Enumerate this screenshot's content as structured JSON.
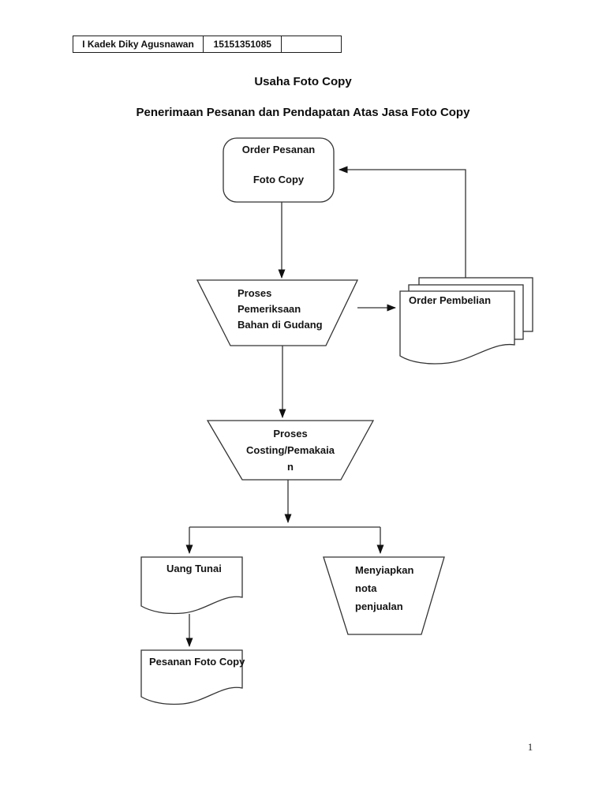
{
  "document": {
    "title": "Usaha Foto Copy",
    "subtitle": "Penerimaan Pesanan dan Pendapatan Atas Jasa Foto Copy",
    "page_number": "1",
    "header_table": {
      "name": "I Kadek Diky Agusnawan",
      "student_id": "15151351085",
      "empty": ""
    }
  },
  "flowchart": {
    "colors": {
      "stroke": "#333333",
      "arrow_fill": "#111111",
      "shape_fill": "#ffffff",
      "text": "#141414"
    },
    "nodes": {
      "order_pesanan": {
        "type": "terminator-rounded-rect",
        "lines": [
          "Order Pesanan",
          "Foto Copy"
        ]
      },
      "proses_pemeriksaan": {
        "type": "manual-operation-trapezoid",
        "lines": [
          "Proses",
          "Pemeriksaan",
          "Bahan di Gudang"
        ]
      },
      "order_pembelian": {
        "type": "multi-document",
        "lines": [
          "Order Pembelian"
        ]
      },
      "proses_costing": {
        "type": "manual-operation-trapezoid",
        "lines": [
          "Proses",
          "Costing/Pemakaia",
          "n"
        ]
      },
      "uang_tunai": {
        "type": "document",
        "lines": [
          "Uang Tunai"
        ]
      },
      "menyiapkan_nota": {
        "type": "manual-operation-trapezoid",
        "lines": [
          "Menyiapkan",
          "nota",
          "penjualan"
        ]
      },
      "pesanan_foto_copy": {
        "type": "document",
        "lines": [
          "Pesanan Foto Copy"
        ]
      }
    }
  }
}
